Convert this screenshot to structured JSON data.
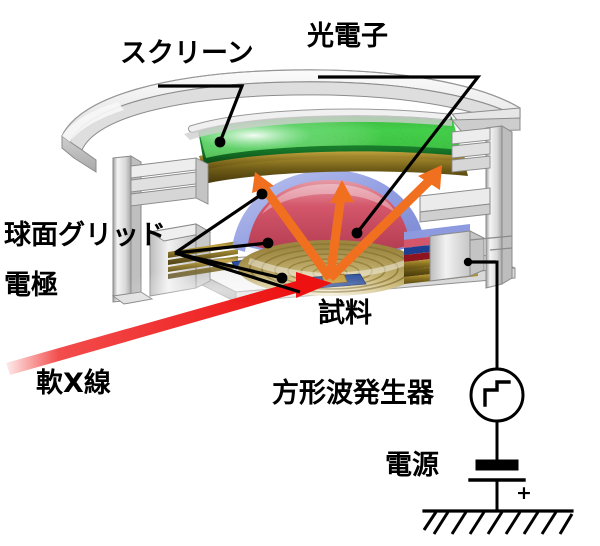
{
  "figure": {
    "type": "cutaway-apparatus-schematic",
    "subject": "display-type spherical mirror photoelectron analyzer with pulsed bias",
    "background_color": "#ffffff"
  },
  "labels": {
    "screen": "スクリーン",
    "photoelectron": "光電子",
    "spherical_grid": "球面グリッド",
    "electrode": "電極",
    "sample": "試料",
    "soft_xray": "軟X線",
    "square_wave_generator": "方形波発生器",
    "power_supply": "電源",
    "polarity_plus": "+"
  },
  "colors": {
    "photoelectron_arrow": "#f07020",
    "xray_beam": "#ee1111",
    "screen_phosphor": "#1d8a2f",
    "grid_gold": "#b59a3c",
    "dome_red": "#d4566a",
    "dome_blue": "#8d9ae0",
    "housing_metal": "#e8e8e8",
    "leader_line": "#000000",
    "circuit_line": "#000000",
    "text": "#000000"
  },
  "components": {
    "screen_layer": {
      "name": "phosphor screen",
      "color": "#1d8a2f"
    },
    "mesh_layers": {
      "name": "gold mesh layers",
      "color": "#b59a3c",
      "count": 3
    },
    "spherical_grid_dome": {
      "name": "spherical grid dome",
      "colors": [
        "#d4566a",
        "#8d9ae0",
        "#c9b272"
      ]
    },
    "housing": {
      "name": "vacuum housing cutaway",
      "color": "#e8e8e8"
    }
  },
  "leaders": {
    "screen_dots": 1,
    "photoelectron_dots": 1,
    "grid_dots": 3,
    "electrode_dots": 1
  },
  "arrows": {
    "photoelectron_rays": 3,
    "xray_ray": 1
  },
  "circuit": {
    "generator_symbol": "square-wave-in-circle",
    "battery_symbol": "battery-cell",
    "ground_symbol": "hatched-ground",
    "wire_from": "electrode",
    "wire_to": "square wave generator"
  }
}
